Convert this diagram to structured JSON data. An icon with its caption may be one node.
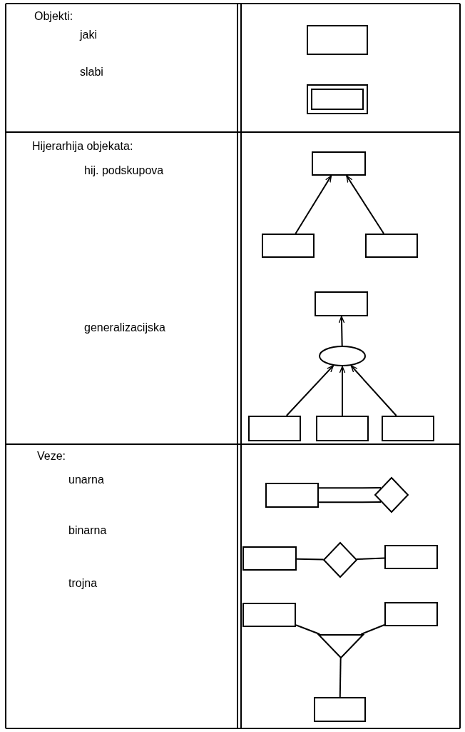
{
  "diagram": {
    "nodes": [
      {
        "text": [],
        "shape": "box"
      },
      {
        "text": [],
        "shape": "box"
      },
      {
        "text": [],
        "shape": "box"
      },
      {
        "text": [],
        "shape": "box"
      },
      {
        "text": [],
        "shape": "box"
      },
      {
        "text": [],
        "shape": "box"
      },
      {
        "text": [],
        "shape": "ellipse"
      },
      {
        "text": [],
        "shape": "box"
      },
      {
        "text": [],
        "shape": "box"
      },
      {
        "text": [],
        "shape": "box"
      },
      {
        "text": [],
        "shape": "box"
      },
      {
        "text": [],
        "shape": "diamond"
      },
      {
        "text": [],
        "shape": "box"
      },
      {
        "text": [],
        "shape": "diamond"
      },
      {
        "text": [],
        "shape": "box"
      },
      {
        "text": [],
        "shape": "box"
      },
      {
        "text": [],
        "shape": "box"
      },
      {
        "text": [],
        "shape": "triangle"
      },
      {
        "text": [],
        "shape": "box"
      }
    ],
    "edges": [
      {
        "from": 3,
        "to": 2,
        "arrow": "to"
      },
      {
        "from": 4,
        "to": 2,
        "arrow": "to"
      },
      {
        "from": 6,
        "to": 5,
        "arrow": "to"
      },
      {
        "from": 7,
        "to": 6,
        "arrow": "to"
      },
      {
        "from": 8,
        "to": 6,
        "arrow": "to"
      },
      {
        "from": 9,
        "to": 6,
        "arrow": "to"
      },
      {
        "from": 10,
        "to": 11,
        "arrow": "none"
      },
      {
        "from": 12,
        "to": 13,
        "arrow": "none"
      },
      {
        "from": 13,
        "to": 14,
        "arrow": "none"
      },
      {
        "from": 15,
        "to": 17,
        "arrow": "none"
      },
      {
        "from": 16,
        "to": 17,
        "arrow": "none"
      },
      {
        "from": 17,
        "to": 18,
        "arrow": "none"
      }
    ],
    "labels": [
      "Objekti:",
      "jaki",
      "slabi",
      "Hijerarhija objekata:",
      "hij. podskupova",
      "generalizacijska",
      "Veze:",
      "unarna",
      "binarna",
      "trojna"
    ]
  }
}
